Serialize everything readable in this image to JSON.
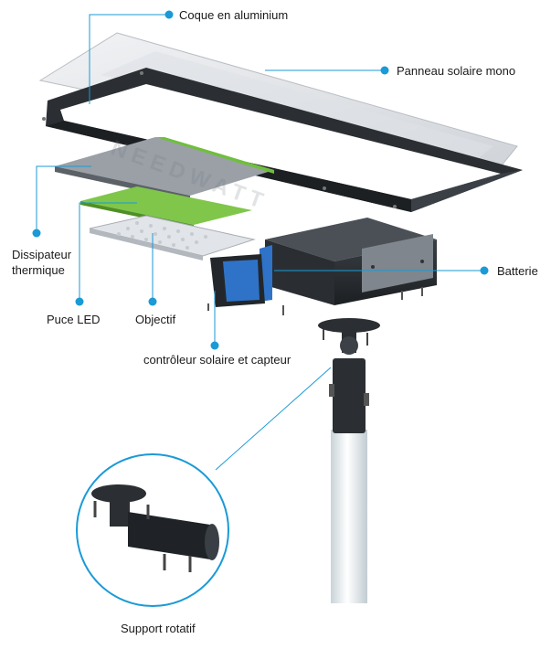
{
  "colors": {
    "accent": "#1a9ad6",
    "frame": "#2b2f33",
    "panel": "#e4e6e9",
    "chip_board": "#7fc64a",
    "battery_blue": "#2f73c8",
    "pole": "#e9eff2"
  },
  "watermark": "NEEDWATT",
  "labels": {
    "coque": "Coque en aluminium",
    "panneau": "Panneau solaire mono",
    "dissipateur": "Dissipateur thermique",
    "batterie": "Batterie",
    "puce_led": "Puce LED",
    "objectif": "Objectif",
    "controleur": "contrôleur solaire et capteur",
    "support": "Support rotatif"
  }
}
